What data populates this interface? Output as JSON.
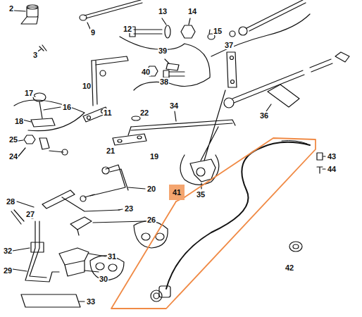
{
  "diagram": {
    "nodes": [
      {
        "text": [
          "41"
        ]
      }
    ],
    "labels": [
      "2",
      "9",
      "13",
      "14",
      "12",
      "15",
      "3",
      "39",
      "37",
      "10",
      "40",
      "38",
      "17",
      "16",
      "18",
      "11",
      "22",
      "34",
      "36",
      "25",
      "21",
      "19",
      "24",
      "35",
      "43",
      "44",
      "20",
      "28",
      "27",
      "23",
      "26",
      "32",
      "31",
      "29",
      "30",
      "42",
      "33"
    ]
  }
}
